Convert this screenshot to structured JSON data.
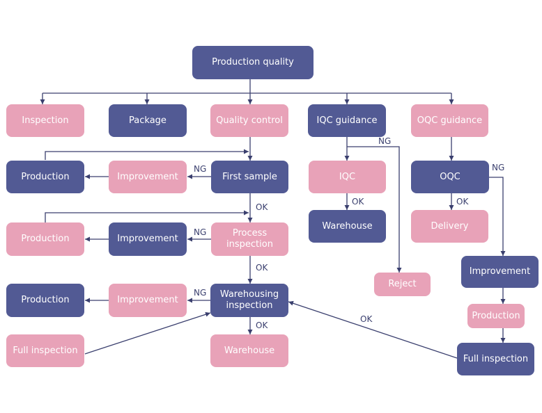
{
  "colors": {
    "dark": "#525a94",
    "pink": "#e8a2b8",
    "line": "#3a3f6e"
  },
  "nodes": {
    "production_quality": "Production quality",
    "inspection": "Inspection",
    "package": "Package",
    "quality_control": "Quality control",
    "iqc_guidance": "IQC guidance",
    "oqc_guidance": "OQC guidance",
    "production_1": "Production",
    "improvement_1": "Improvement",
    "first_sample": "First sample",
    "iqc": "IQC",
    "oqc": "OQC",
    "production_2": "Production",
    "improvement_2": "Improvement",
    "process_inspection": "Process inspection",
    "warehouse_iqc": "Warehouse",
    "delivery": "Delivery",
    "improvement_oqc": "Improvement",
    "reject": "Reject",
    "production_3": "Production",
    "improvement_3": "Improvement",
    "warehousing_inspection": "Warehousing inspection",
    "production_oqc": "Production",
    "full_inspection_left": "Full inspection",
    "warehouse_main": "Warehouse",
    "full_inspection_right": "Full inspection"
  },
  "labels": {
    "ng_first_sample": "NG",
    "ok_first_sample": "OK",
    "ng_process": "NG",
    "ok_process": "OK",
    "ng_warehousing": "NG",
    "ok_warehousing": "OK",
    "ng_iqc": "NG",
    "ok_iqc": "OK",
    "ng_oqc": "NG",
    "ok_oqc": "OK",
    "ok_full_inspection": "OK"
  }
}
